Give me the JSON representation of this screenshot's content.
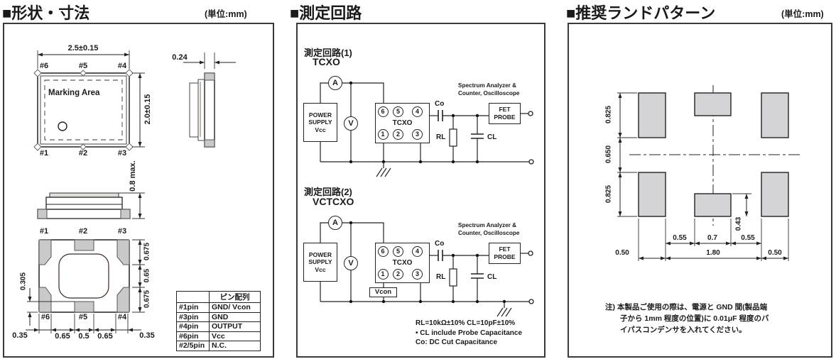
{
  "headers": {
    "shape_title": "■形状・寸法",
    "shape_unit": "(単位:mm)",
    "circuit_title": "■測定回路",
    "land_title": "■推奨ランドパターン",
    "land_unit": "(単位:mm)"
  },
  "colors": {
    "line": "#222222",
    "package_pad_fill": "#c9c9c9",
    "land_pad_fill": "#d4d4d6"
  },
  "shape": {
    "top_view": {
      "dim_width": "2.5±0.15",
      "dim_height": "2.0±0.15",
      "marking": "Marking Area",
      "pins_top": [
        "#6",
        "#5",
        "#4"
      ],
      "pins_bottom": [
        "#1",
        "#2",
        "#3"
      ]
    },
    "side_view": {
      "dim": "0.24"
    },
    "front_view": {
      "dim": "0.8 max."
    },
    "bottom_view": {
      "pins_top": [
        "#1",
        "#2",
        "#3"
      ],
      "pins_bottom": [
        "#6",
        "#5",
        "#4"
      ],
      "dims_right": [
        "0.675",
        "0.65",
        "0.675"
      ],
      "dim_left": "0.305",
      "dims_bottom": [
        "0.35",
        "0.65",
        "0.5",
        "0.65",
        "0.35"
      ]
    },
    "pin_table": {
      "header": "ピン配列",
      "rows": [
        [
          "#1pin",
          "GND/ Vcon"
        ],
        [
          "#3pin",
          "GND"
        ],
        [
          "#4pin",
          "OUTPUT"
        ],
        [
          "#6pin",
          "Vcc"
        ],
        [
          "#2/5pin",
          "N.C."
        ]
      ]
    }
  },
  "circuit": {
    "c1_label": "測定回路(1)",
    "c1_type": "TCXO",
    "c2_label": "測定回路(2)",
    "c2_type": "VCTCXO",
    "ammeter": "A",
    "voltmeter": "V",
    "power_supply": "POWER\nSUPPLY\nVcc",
    "tcxo": "TCXO",
    "pins_top": [
      "6",
      "5",
      "4"
    ],
    "pins_bottom": [
      "1",
      "2",
      "3"
    ],
    "co": "Co",
    "rl": "RL",
    "cl": "CL",
    "fet_probe": "FET\nPROBE",
    "analyzer": "Spectrum Analyzer &\nCounter, Oscilloscope",
    "vcon": "Vcon",
    "notes": "RL=10kΩ±10%  CL=10pF±10%\n• CL include Probe Capacitance\n  Co: DC   Cut Capacitance"
  },
  "land": {
    "dims_left": [
      "0.825",
      "0.650",
      "0.825"
    ],
    "dim_center": "0.43",
    "dims_row1": [
      "0.55",
      "0.7",
      "0.55"
    ],
    "dims_row2": [
      "0.50",
      "1.80",
      "0.50"
    ],
    "note_lines": [
      "注) 本製品ご使用の際は、電源と GND 間(製品端",
      "子から 1mm 程度の位置)に 0.01μF 程度のバ",
      "イパスコンデンサを入れてください。"
    ]
  }
}
